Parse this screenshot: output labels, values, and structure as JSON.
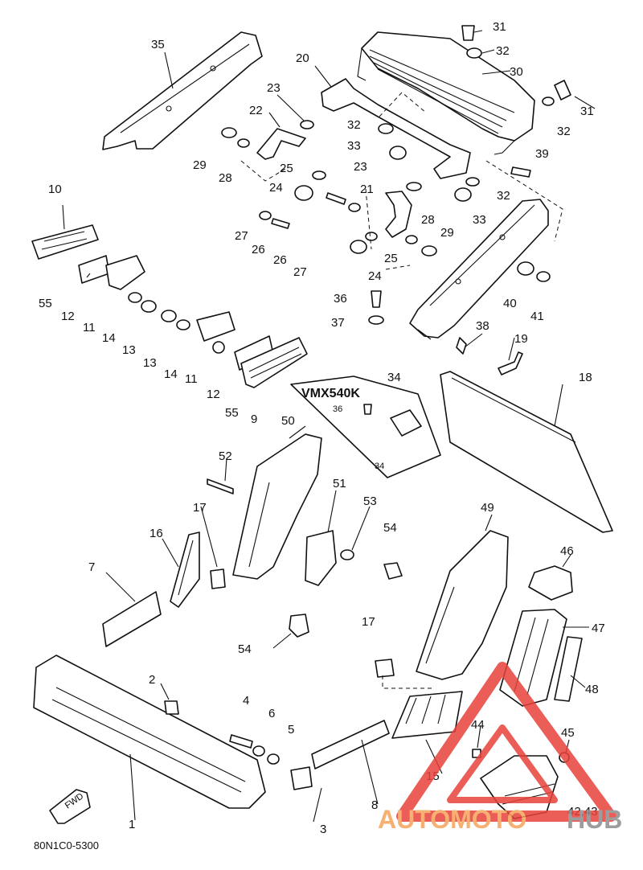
{
  "diagram": {
    "inset_title": "VMX540K",
    "figure_code": "80N1C0-5300",
    "fwd_label": "FWD",
    "callouts": [
      {
        "id": "c1",
        "label": "1"
      },
      {
        "id": "c2",
        "label": "2"
      },
      {
        "id": "c3",
        "label": "3"
      },
      {
        "id": "c4",
        "label": "4"
      },
      {
        "id": "c5",
        "label": "5"
      },
      {
        "id": "c6",
        "label": "6"
      },
      {
        "id": "c7",
        "label": "7"
      },
      {
        "id": "c8",
        "label": "8"
      },
      {
        "id": "c9",
        "label": "9"
      },
      {
        "id": "c10",
        "label": "10"
      },
      {
        "id": "c11a",
        "label": "11"
      },
      {
        "id": "c11b",
        "label": "11"
      },
      {
        "id": "c12a",
        "label": "12"
      },
      {
        "id": "c12b",
        "label": "12"
      },
      {
        "id": "c13a",
        "label": "13"
      },
      {
        "id": "c13b",
        "label": "13"
      },
      {
        "id": "c14a",
        "label": "14"
      },
      {
        "id": "c14b",
        "label": "14"
      },
      {
        "id": "c15",
        "label": "15"
      },
      {
        "id": "c16",
        "label": "16"
      },
      {
        "id": "c17a",
        "label": "17"
      },
      {
        "id": "c17b",
        "label": "17"
      },
      {
        "id": "c18",
        "label": "18"
      },
      {
        "id": "c19",
        "label": "19"
      },
      {
        "id": "c20",
        "label": "20"
      },
      {
        "id": "c21",
        "label": "21"
      },
      {
        "id": "c22",
        "label": "22"
      },
      {
        "id": "c23a",
        "label": "23"
      },
      {
        "id": "c23b",
        "label": "23"
      },
      {
        "id": "c24a",
        "label": "24"
      },
      {
        "id": "c24b",
        "label": "24"
      },
      {
        "id": "c25a",
        "label": "25"
      },
      {
        "id": "c25b",
        "label": "25"
      },
      {
        "id": "c26a",
        "label": "26"
      },
      {
        "id": "c26b",
        "label": "26"
      },
      {
        "id": "c27a",
        "label": "27"
      },
      {
        "id": "c27b",
        "label": "27"
      },
      {
        "id": "c28a",
        "label": "28"
      },
      {
        "id": "c28b",
        "label": "28"
      },
      {
        "id": "c29a",
        "label": "29"
      },
      {
        "id": "c29b",
        "label": "29"
      },
      {
        "id": "c30",
        "label": "30"
      },
      {
        "id": "c31a",
        "label": "31"
      },
      {
        "id": "c31b",
        "label": "31"
      },
      {
        "id": "c32a",
        "label": "32"
      },
      {
        "id": "c32b",
        "label": "32"
      },
      {
        "id": "c32c",
        "label": "32"
      },
      {
        "id": "c32d",
        "label": "32"
      },
      {
        "id": "c33a",
        "label": "33"
      },
      {
        "id": "c33b",
        "label": "33"
      },
      {
        "id": "c34a",
        "label": "34"
      },
      {
        "id": "c34b",
        "label": "34"
      },
      {
        "id": "c35",
        "label": "35"
      },
      {
        "id": "c36a",
        "label": "36"
      },
      {
        "id": "c36b",
        "label": "36"
      },
      {
        "id": "c37",
        "label": "37"
      },
      {
        "id": "c38",
        "label": "38"
      },
      {
        "id": "c39",
        "label": "39"
      },
      {
        "id": "c40",
        "label": "40"
      },
      {
        "id": "c41",
        "label": "41"
      },
      {
        "id": "c42",
        "label": "42,43"
      },
      {
        "id": "c44",
        "label": "44"
      },
      {
        "id": "c45",
        "label": "45"
      },
      {
        "id": "c46",
        "label": "46"
      },
      {
        "id": "c47",
        "label": "47"
      },
      {
        "id": "c48",
        "label": "48"
      },
      {
        "id": "c49",
        "label": "49"
      },
      {
        "id": "c50",
        "label": "50"
      },
      {
        "id": "c51",
        "label": "51"
      },
      {
        "id": "c52",
        "label": "52"
      },
      {
        "id": "c53",
        "label": "53"
      },
      {
        "id": "c54a",
        "label": "54"
      },
      {
        "id": "c54b",
        "label": "54"
      },
      {
        "id": "c55a",
        "label": "55"
      },
      {
        "id": "c55b",
        "label": "55"
      }
    ]
  },
  "watermark": {
    "part1": "AUTOMOTO",
    "part2": "HUB",
    "color_orange": "#f5a35a",
    "color_gray": "#8c8c8c",
    "color_red": "#e8413a"
  }
}
